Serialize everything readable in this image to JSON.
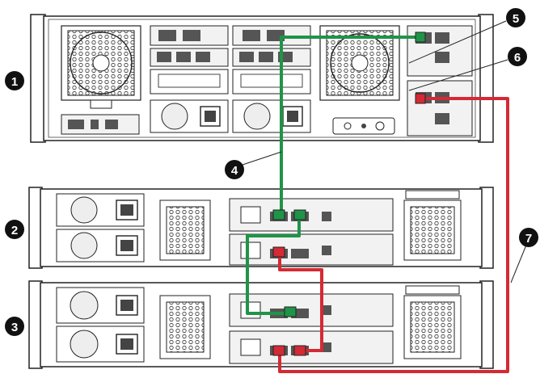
{
  "callouts": [
    {
      "id": "1",
      "label": "1"
    },
    {
      "id": "2",
      "label": "2"
    },
    {
      "id": "3",
      "label": "3"
    },
    {
      "id": "4",
      "label": "4"
    },
    {
      "id": "5",
      "label": "5"
    },
    {
      "id": "6",
      "label": "6"
    },
    {
      "id": "7",
      "label": "7"
    }
  ],
  "cables": [
    {
      "name": "green-cable",
      "color": "#1f9448"
    },
    {
      "name": "red-cable",
      "color": "#d42a35"
    }
  ],
  "colors": {
    "chassis_stroke": "#222222",
    "chassis_fill": "#ffffff",
    "panel_fill": "#f2f2f2",
    "port_fill": "#555555",
    "callout_fill": "#111111"
  }
}
